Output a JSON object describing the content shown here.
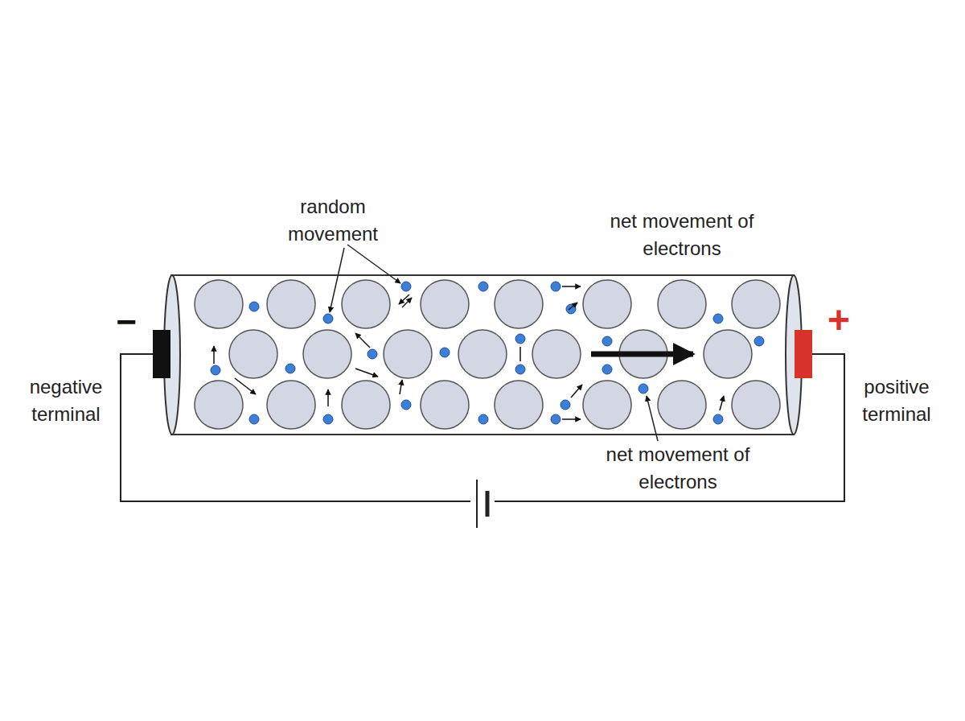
{
  "diagram": {
    "labels": [
      "random movement",
      "net movement of electrons",
      "−",
      "+",
      "negative terminal",
      "positive terminal",
      "net movement of electrons"
    ]
  }
}
